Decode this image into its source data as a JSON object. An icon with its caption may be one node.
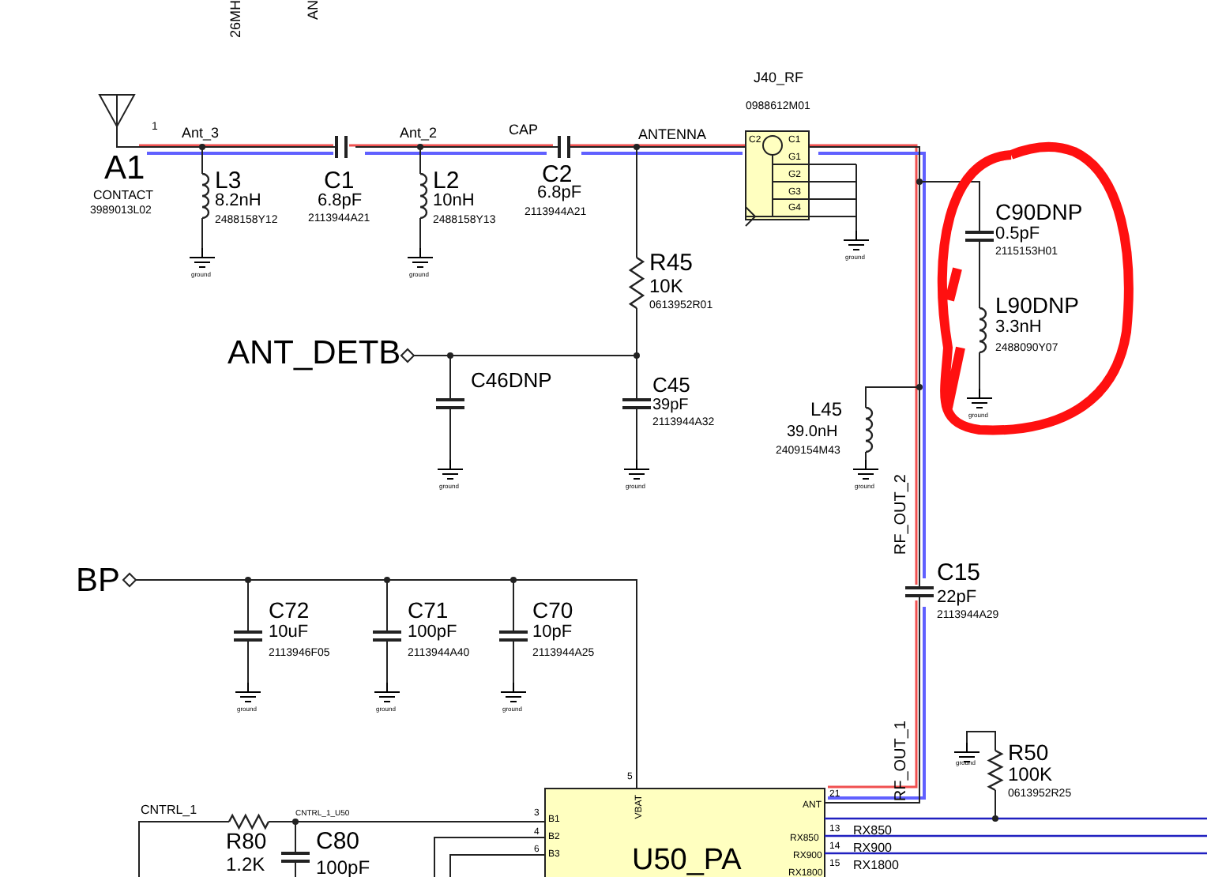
{
  "diagram": {
    "labels": [
      "26MH",
      "AN",
      "1",
      "Ant_3",
      "Ant_2",
      "CAP",
      "ANTENNA",
      "J40_RF",
      "0988612M01",
      "A1",
      "CONTACT",
      "3989013L02",
      "L3",
      "8.2nH",
      "2488158Y12",
      "ground",
      "C1",
      "6.8pF",
      "2113944A21",
      "L2",
      "10nH",
      "2488158Y13",
      "ground",
      "C2",
      "6.8pF",
      "2113944A21",
      "C2",
      "C1",
      "G1",
      "G2",
      "G3",
      "G4",
      "ground",
      "C90DNP",
      "0.5pF",
      "2115153H01",
      "R45",
      "10K",
      "0613952R01",
      "L90DNP",
      "3.3nH",
      "2488090Y07",
      "ground",
      "ANT_DETB",
      "C46DNP",
      "C45",
      "39pF",
      "2113944A32",
      "L45",
      "39.0nH",
      "2409154M43",
      "ground",
      "ground",
      "ground",
      "RF_OUT_2",
      "BP",
      "C72",
      "10uF",
      "2113946F05",
      "C71",
      "100pF",
      "2113944A40",
      "C70",
      "10pF",
      "2113944A25",
      "C15",
      "22pF",
      "2113944A29",
      "ground",
      "ground",
      "ground",
      "RF_OUT_1",
      "R50",
      "100K",
      "0613952R25",
      "ground",
      "5",
      "VBAT",
      "CNTRL_1",
      "CNTRL_1_U50",
      "3",
      "B1",
      "21",
      "ANT",
      "R80",
      "1.2K",
      "C80",
      "100pF",
      "4",
      "B2",
      "13",
      "RX850",
      "RX850",
      "6",
      "B3",
      "14",
      "RX900",
      "RX900",
      "15",
      "RX1800",
      "RX1800",
      "U50_PA"
    ]
  }
}
